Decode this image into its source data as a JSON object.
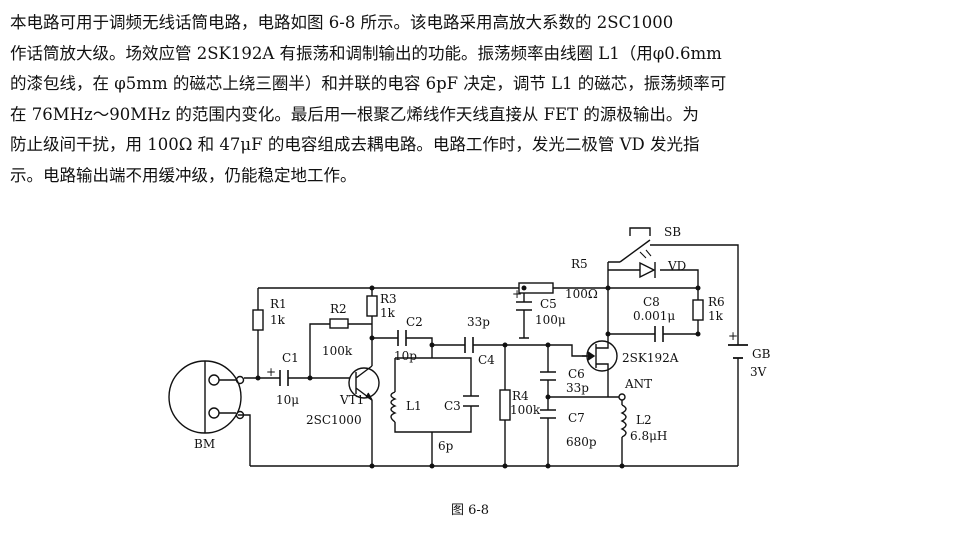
{
  "paragraph_lines": [
    "本电路可用于调频无线话筒电路，电路如图 6-8 所示。该电路采用高放大系数的 2SC1000",
    "作话筒放大级。场效应管 2SK192A 有振荡和调制输出的功能。振荡频率由线圈 L1（用φ0.6mm",
    "的漆包线，在 φ5mm 的磁芯上绕三圈半）和并联的电容 6pF 决定，调节 L1 的磁芯，振荡频率可",
    "在 76MHz～90MHz 的范围内变化。最后用一根聚乙烯线作天线直接从 FET 的源极输出。为",
    "防止级间干扰，用 100Ω 和 47μF 的电容组成去耦电路。电路工作时，发光二极管 VD 发光指",
    "示。电路输出端不用缓冲级，仍能稳定地工作。"
  ],
  "labels": {
    "r1_name": "R1",
    "r1_val": "1k",
    "r2_name": "R2",
    "r2_val": "100k",
    "r3_name": "R3",
    "r3_val": "1k",
    "r4_name": "R4",
    "r4_val": "100k",
    "r5_name": "R5",
    "r5_val": "100Ω",
    "r6_name": "R6",
    "r6_val": "1k",
    "c1_name": "C1",
    "c1_val": "10μ",
    "c2_name": "C2",
    "c2_val": "10p",
    "c3_name": "C3",
    "c3_val": "6p",
    "c4_name": "C4",
    "c4_val": "33p",
    "c5_name": "C5",
    "c5_val": "100μ",
    "c6_name": "C6",
    "c6_val": "33p",
    "c7_name": "C7",
    "c7_val": "680p",
    "c8_name": "C8",
    "c8_val": "0.001μ",
    "l1_name": "L1",
    "l2_name": "L2",
    "l2_val": "6.8μH",
    "vt1_name": "VT1",
    "vt1_type": "2SC1000",
    "fet_type": "2SK192A",
    "ant": "ANT",
    "vd": "VD",
    "sb": "SB",
    "gb_name": "GB",
    "gb_val": "3V",
    "bm": "BM",
    "plus": "+"
  },
  "caption": "图 6-8"
}
